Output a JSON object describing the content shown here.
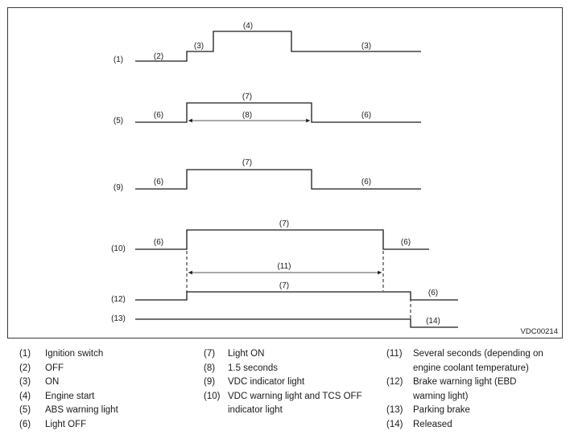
{
  "diagram": {
    "figure_id": "VDC00214",
    "row_labels": [
      "(1)",
      "(5)",
      "(9)",
      "(10)",
      "(12)",
      "(13)"
    ],
    "segment_labels": {
      "r1_off": "(2)",
      "r1_on_a": "(3)",
      "r1_start": "(4)",
      "r1_on_b": "(3)",
      "r5_off_a": "(6)",
      "r5_on": "(7)",
      "r5_duration": "(8)",
      "r5_off_b": "(6)",
      "r9_off_a": "(6)",
      "r9_on": "(7)",
      "r9_off_b": "(6)",
      "r10_off_a": "(6)",
      "r10_on": "(7)",
      "r10_off_b": "(6)",
      "r10_duration": "(11)",
      "r12_on": "(7)",
      "r12_off": "(6)",
      "r13_released": "(14)"
    }
  },
  "legend": {
    "col1": [
      {
        "num": "(1)",
        "text": "Ignition switch"
      },
      {
        "num": "(2)",
        "text": "OFF"
      },
      {
        "num": "(3)",
        "text": "ON"
      },
      {
        "num": "(4)",
        "text": "Engine start"
      },
      {
        "num": "(5)",
        "text": "ABS warning light"
      },
      {
        "num": "(6)",
        "text": "Light OFF"
      }
    ],
    "col2": [
      {
        "num": "(7)",
        "text": "Light ON"
      },
      {
        "num": "(8)",
        "text": "1.5 seconds"
      },
      {
        "num": "(9)",
        "text": "VDC indicator light"
      },
      {
        "num": "(10)",
        "text": "VDC warning light and TCS OFF indicator light"
      }
    ],
    "col3": [
      {
        "num": "(11)",
        "text": "Several seconds (depending on engine coolant temperature)"
      },
      {
        "num": "(12)",
        "text": "Brake warning light (EBD warning light)"
      },
      {
        "num": "(13)",
        "text": "Parking brake"
      },
      {
        "num": "(14)",
        "text": "Released"
      }
    ]
  }
}
